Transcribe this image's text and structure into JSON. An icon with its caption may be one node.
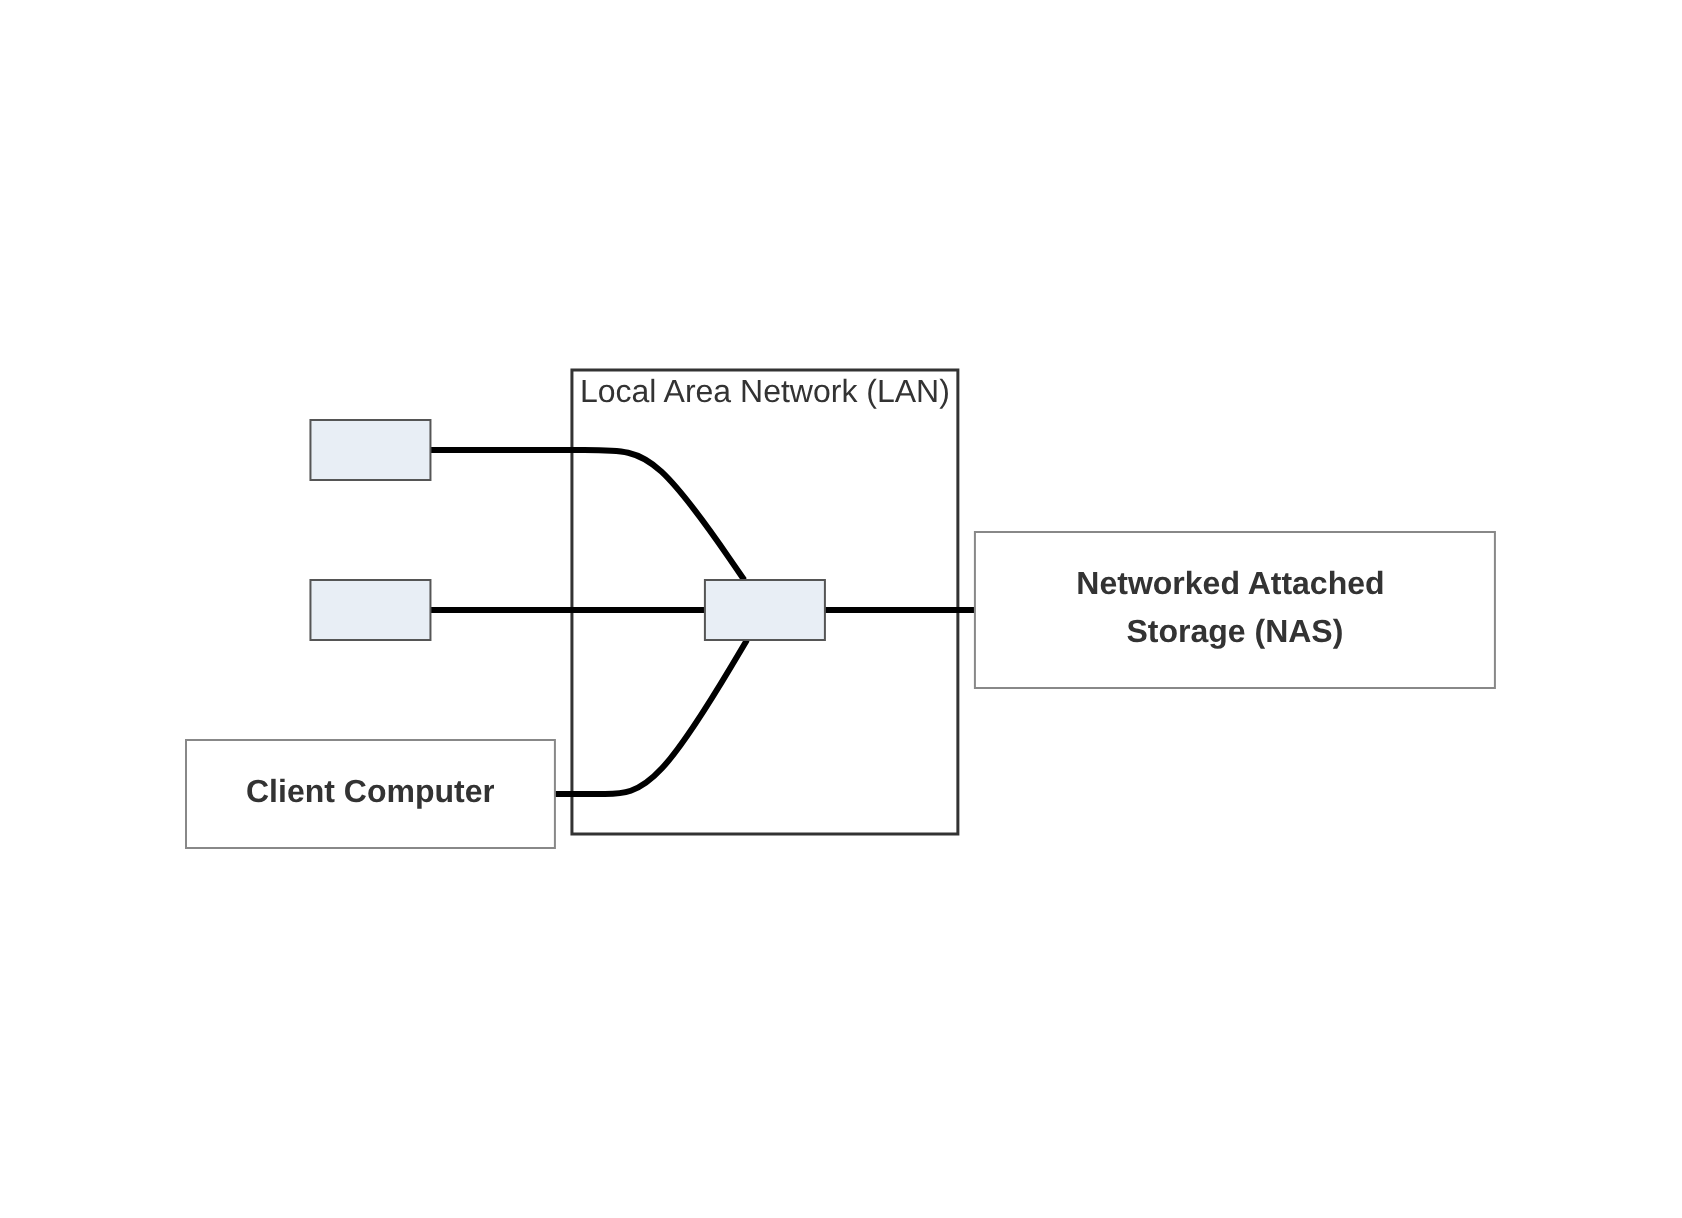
{
  "diagram": {
    "nodes": [
      {
        "text": [],
        "shape": "box"
      },
      {
        "text": [],
        "shape": "box"
      },
      {
        "text": [
          "Local Area Network (LAN)"
        ]
      },
      {
        "text": [],
        "shape": "box",
        "in": 2
      },
      {
        "text": [
          "Networked Attached Storage (NAS)"
        ]
      },
      {
        "text": [
          "Client Computer"
        ]
      }
    ],
    "edges": [
      {
        "from": 0,
        "to": 3,
        "arrow": "none"
      },
      {
        "from": 1,
        "to": 3,
        "arrow": "none"
      },
      {
        "from": 5,
        "to": 3,
        "arrow": "none"
      },
      {
        "from": 3,
        "to": 4,
        "arrow": "none"
      }
    ]
  }
}
